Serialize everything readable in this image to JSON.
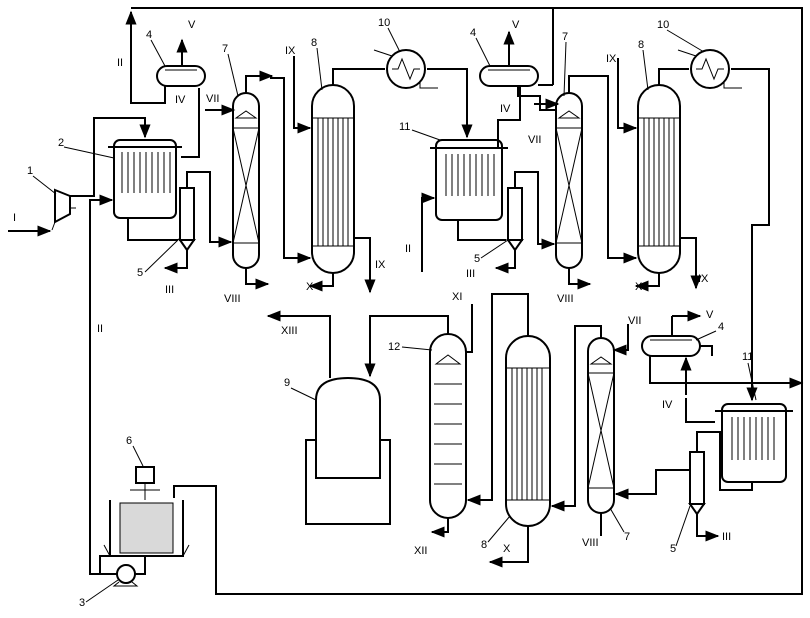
{
  "diagram": {
    "labels": {
      "n1": "1",
      "n2": "2",
      "n3": "3",
      "n4a": "4",
      "n4b": "4",
      "n4c": "4",
      "n5a": "5",
      "n5b": "5",
      "n5c": "5",
      "n6": "6",
      "n7a": "7",
      "n7b": "7",
      "n7c": "7",
      "n8a": "8",
      "n8b": "8",
      "n8c": "8",
      "n9": "9",
      "n10a": "10",
      "n10b": "10",
      "n11a": "11",
      "n11b": "11",
      "n12": "12"
    },
    "streams": {
      "s_I": "I",
      "s_II_top": "II",
      "s_II_left": "II",
      "s_II_mid": "II",
      "s_III_a": "III",
      "s_III_b": "III",
      "s_III_c": "III",
      "s_IV_a": "IV",
      "s_IV_b": "IV",
      "s_IV_c": "IV",
      "s_V_a": "V",
      "s_V_b": "V",
      "s_V_c": "V",
      "s_VII_a": "VII",
      "s_VII_b": "VII",
      "s_VII_c": "VII",
      "s_VIII_a": "VIII",
      "s_VIII_b": "VIII",
      "s_VIII_c": "VIII",
      "s_IX_a": "IX",
      "s_IX_b": "IX",
      "s_IX_c": "IX",
      "s_IX_d": "IX",
      "s_X_a": "X",
      "s_X_b": "X",
      "s_X_c": "X",
      "s_XI": "XI",
      "s_XII": "XII",
      "s_XIII": "XIII"
    }
  }
}
